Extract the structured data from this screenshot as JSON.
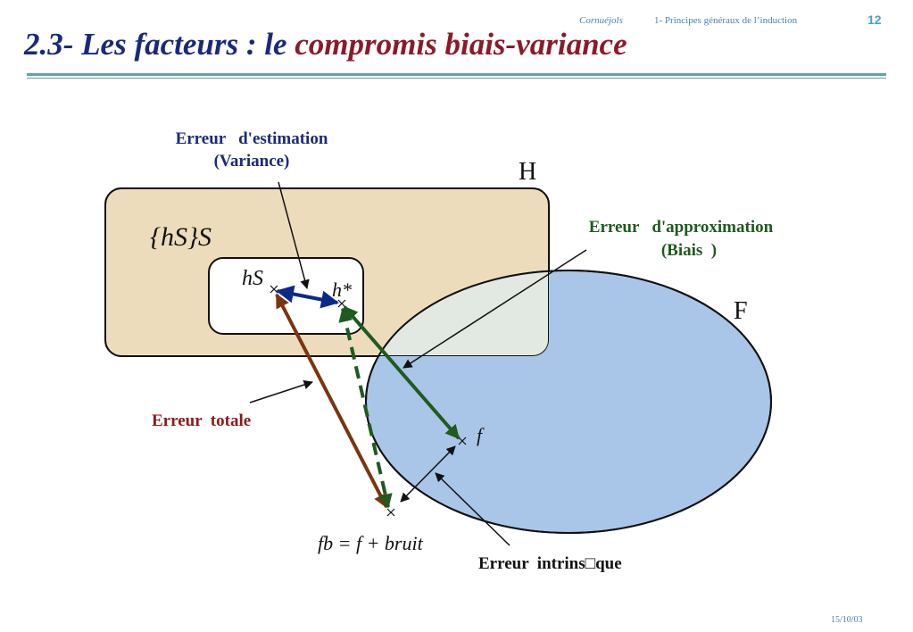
{
  "header": {
    "author": "Cornuéjols",
    "chapter": "1- Principes généraux de l’induction",
    "page_number": "12"
  },
  "title": {
    "part1": "2.3- Les facteurs : le ",
    "part2": "compromis biais-variance"
  },
  "diagram": {
    "label_H": "H",
    "label_F": "F",
    "set_hS": "{hS}S",
    "point_hS": "hS",
    "point_hstar": "h*",
    "point_f": "f",
    "point_fb": "fb = f + bruit",
    "estimation_line1": "Erreur   d'estimation",
    "estimation_line2": "(Variance)",
    "approx_line1": "Erreur   d'approximation",
    "approx_line2": "(Biais  )",
    "total_error": "Erreur  totale",
    "intrinsic_error": "Erreur  intrins□que"
  },
  "colors": {
    "title_blue": "#1a2a7a",
    "title_accent": "#8b1a2a",
    "H_fill": "#ecdcbb",
    "F_fill": "#a9c6e8",
    "overlap_fill": "#e2e8e2",
    "variance_arrow": "#0a2a8a",
    "bias_arrow": "#1f5a1f",
    "total_arrow": "#7a3510",
    "estimation_label": "#1a2a7a",
    "approx_label": "#1f5a1f",
    "total_label": "#8b1a1a"
  },
  "footer": {
    "date": "15/10/03"
  }
}
